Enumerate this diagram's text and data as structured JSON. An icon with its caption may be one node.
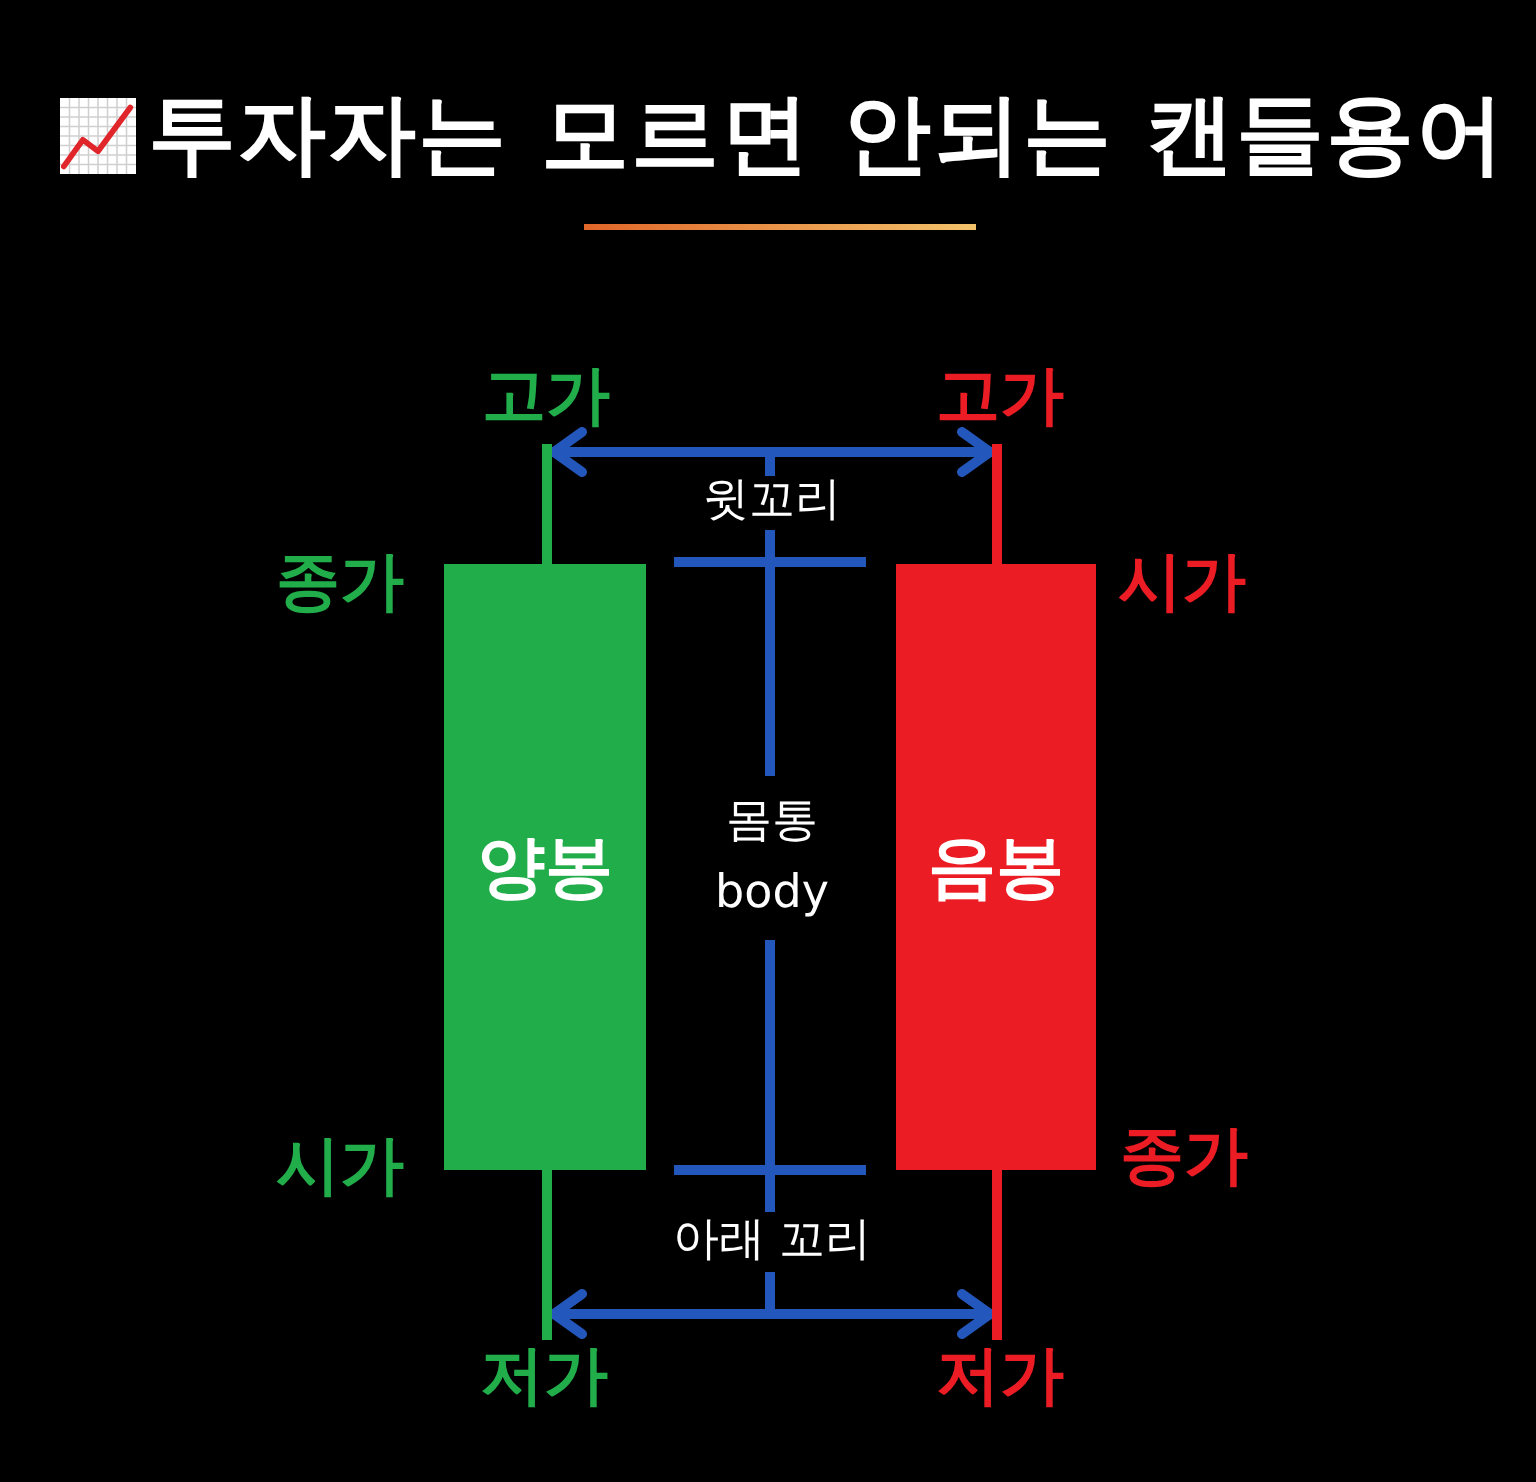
{
  "diagram": {
    "title": "투자자는 모르면 안되는 캔들용어",
    "nodes": [
      {
        "text": [],
        "shape": "bar",
        "beside": [
          "고가"
        ]
      },
      {
        "text": [],
        "shape": "bar",
        "beside": [
          "고가"
        ]
      },
      {
        "text": [
          "양봉"
        ],
        "beside": [
          "종가",
          "시가"
        ]
      },
      {
        "text": [
          "음봉"
        ],
        "beside": [
          "시가",
          "종가"
        ]
      },
      {
        "text": [],
        "shape": "bar",
        "beside": [
          "저가"
        ]
      },
      {
        "text": [],
        "shape": "bar",
        "beside": [
          "저가"
        ]
      }
    ],
    "edges": [
      {
        "from": 0,
        "to": 1,
        "arrow": "both"
      },
      {
        "from": 4,
        "to": 5,
        "arrow": "both"
      }
    ],
    "labels": [
      "윗꼬리",
      "몸통 body",
      "아래 꼬리"
    ]
  }
}
